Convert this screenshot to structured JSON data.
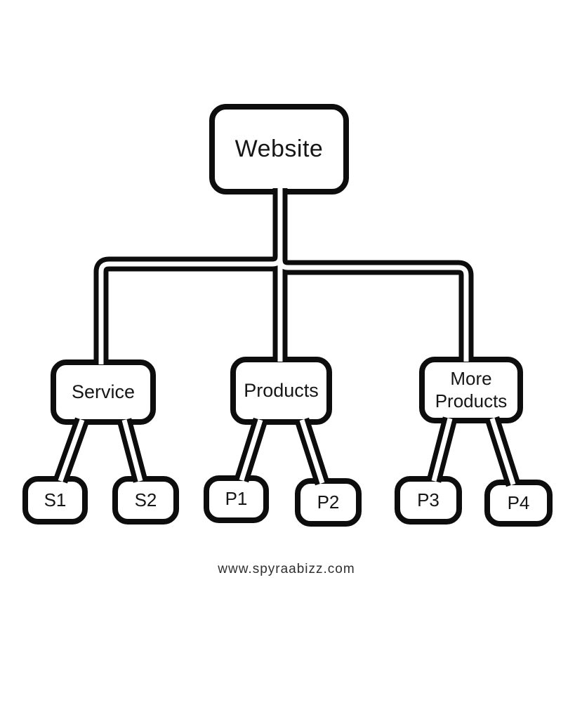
{
  "diagram": {
    "type": "sitemap-hierarchy",
    "nodes": {
      "website": {
        "label": "Website",
        "level": 0
      },
      "service": {
        "label": "Service",
        "level": 1
      },
      "products": {
        "label": "Products",
        "level": 1
      },
      "more_products": {
        "label": "More Products",
        "level": 1
      },
      "s1": {
        "label": "S1",
        "level": 2
      },
      "s2": {
        "label": "S2",
        "level": 2
      },
      "p1": {
        "label": "P1",
        "level": 2
      },
      "p2": {
        "label": "P2",
        "level": 2
      },
      "p3": {
        "label": "P3",
        "level": 2
      },
      "p4": {
        "label": "P4",
        "level": 2
      }
    },
    "edges": [
      {
        "from": "website",
        "to": "service"
      },
      {
        "from": "website",
        "to": "products"
      },
      {
        "from": "website",
        "to": "more_products"
      },
      {
        "from": "service",
        "to": "s1"
      },
      {
        "from": "service",
        "to": "s2"
      },
      {
        "from": "products",
        "to": "p1"
      },
      {
        "from": "products",
        "to": "p2"
      },
      {
        "from": "more_products",
        "to": "p3"
      },
      {
        "from": "more_products",
        "to": "p4"
      }
    ],
    "line_style": "double-line, rounded corners"
  },
  "footer": {
    "watermark": "www.spyraabizz.com"
  },
  "colors": {
    "background": "#ffffff",
    "line": "#0d0d0d",
    "text": "#161616"
  }
}
